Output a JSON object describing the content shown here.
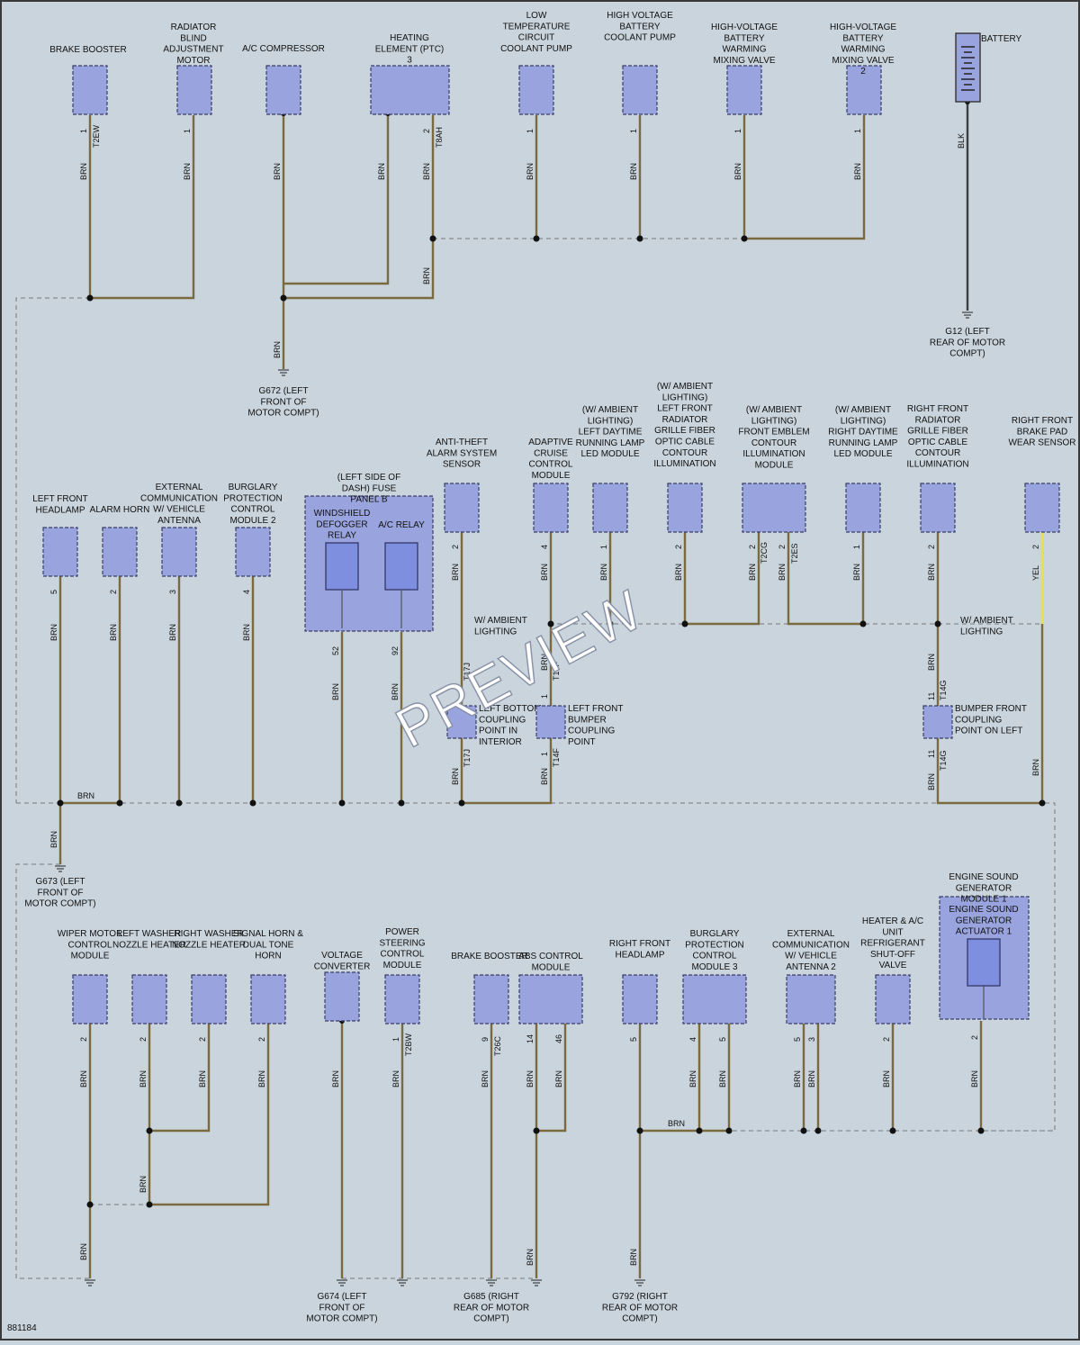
{
  "diagram": {
    "code": "881184",
    "watermark": "PREVIEW",
    "wire_colors": {
      "BRN": "#7a6a3e",
      "BLK": "#3f3f3f",
      "YEL": "#e6e34a"
    },
    "components_top": [
      "BRAKE BOOSTER",
      "RADIATOR BLIND ADJUSTMENT MOTOR",
      "A/C COMPRESSOR",
      "HEATING ELEMENT (PTC) 3",
      "LOW TEMPERATURE CIRCUIT COOLANT PUMP",
      "HIGH VOLTAGE BATTERY COOLANT PUMP",
      "HIGH-VOLTAGE BATTERY WARMING MIXING VALVE",
      "HIGH-VOLTAGE BATTERY WARMING MIXING VALVE 2",
      "BATTERY"
    ],
    "components_mid": [
      "LEFT FRONT HEADLAMP",
      "ALARM HORN",
      "EXTERNAL COMMUNICATION W/ VEHICLE ANTENNA",
      "BURGLARY PROTECTION CONTROL MODULE 2",
      "(LEFT SIDE OF DASH) FUSE PANEL B",
      "WINDSHIELD DEFOGGER RELAY",
      "A/C RELAY",
      "ANTI-THEFT ALARM SYSTEM SENSOR",
      "ADAPTIVE CRUISE CONTROL MODULE",
      "(W/ AMBIENT LIGHTING) LEFT DAYTIME RUNNING LAMP LED MODULE",
      "(W/ AMBIENT LIGHTING) LEFT FRONT RADIATOR GRILLE FIBER OPTIC CABLE CONTOUR ILLUMINATION",
      "(W/ AMBIENT LIGHTING) FRONT EMBLEM CONTOUR ILLUMINATION MODULE",
      "(W/ AMBIENT LIGHTING) RIGHT DAYTIME RUNNING LAMP LED MODULE",
      "RIGHT FRONT RADIATOR GRILLE FIBER OPTIC CABLE CONTOUR ILLUMINATION",
      "RIGHT FRONT BRAKE PAD WEAR SENSOR",
      "LEFT BOTTOM COUPLING POINT IN INTERIOR",
      "LEFT FRONT BUMPER COUPLING POINT",
      "BUMPER FRONT COUPLING POINT ON LEFT",
      "W/ AMBIENT LIGHTING",
      "W/ AMBIENT LIGHTING"
    ],
    "components_bot": [
      "WIPER MOTOR CONTROL MODULE",
      "LEFT WASHER NOZZLE HEATER",
      "RIGHT WASHER NOZZLE HEATER",
      "SIGNAL HORN & DUAL TONE HORN",
      "VOLTAGE CONVERTER",
      "POWER STEERING CONTROL MODULE",
      "BRAKE BOOSTER",
      "ABS CONTROL MODULE",
      "RIGHT FRONT HEADLAMP",
      "BURGLARY PROTECTION CONTROL MODULE 3",
      "EXTERNAL COMMUNICATION W/ VEHICLE ANTENNA 2",
      "HEATER & A/C UNIT REFRIGERANT SHUT-OFF VALVE",
      "ENGINE SOUND GENERATOR MODULE 1",
      "ENGINE SOUND GENERATOR ACTUATOR 1"
    ],
    "grounds": [
      "G672 (LEFT FRONT OF MOTOR COMPT)",
      "G12 (LEFT REAR OF MOTOR COMPT)",
      "G673 (LEFT FRONT OF MOTOR COMPT)",
      "G674 (LEFT FRONT OF MOTOR COMPT)",
      "G685 (RIGHT REAR OF MOTOR COMPT)",
      "G792 (RIGHT REAR OF MOTOR COMPT)"
    ],
    "connectors": [
      "T2EW",
      "T8AH",
      "T2CG",
      "T2ES",
      "T17J",
      "T14F",
      "T14G",
      "T2BW",
      "T26C"
    ],
    "wire_labels": [
      "BRN",
      "BLK",
      "YEL"
    ],
    "pins": [
      "1",
      "2",
      "3",
      "4",
      "5",
      "9",
      "11",
      "14",
      "46",
      "52",
      "92"
    ]
  }
}
